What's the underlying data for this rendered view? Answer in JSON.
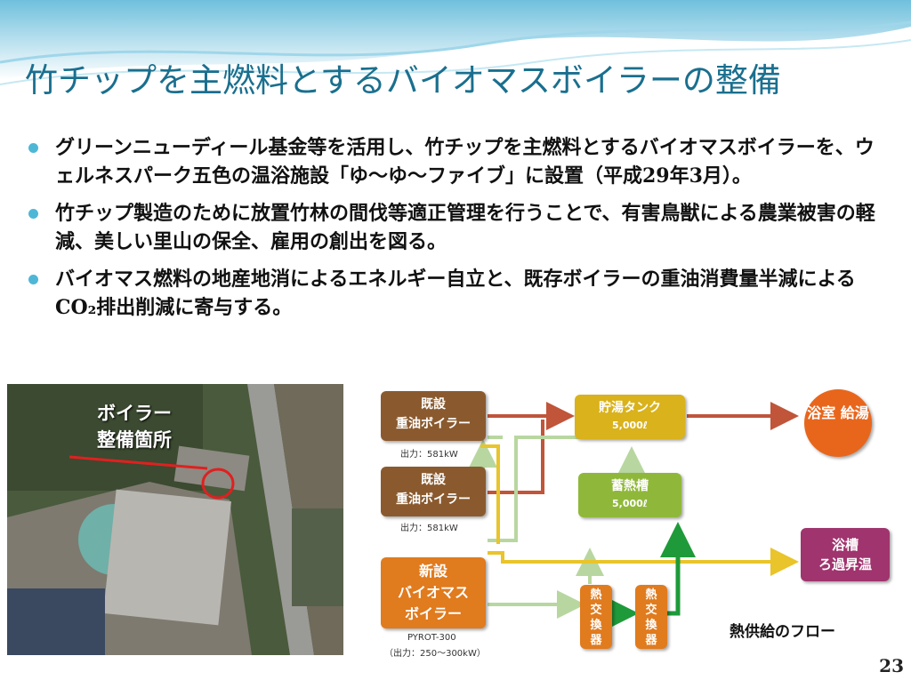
{
  "slide": {
    "title": "竹チップを主燃料とするバイオマスボイラーの整備",
    "page_number": "23"
  },
  "bullets": [
    "グリーンニューディール基金等を活用し、竹チップを主燃料とするバイオマスボイラーを、ウェルネスパーク五色の温浴施設「ゆ～ゆ～ファイブ」に設置（平成29年3月）。",
    "竹チップ製造のために放置竹林の間伐等適正管理を行うことで、有害鳥獣による農業被害の軽減、美しい里山の保全、雇用の創出を図る。",
    "バイオマス燃料の地産地消によるエネルギー自立と、既存ボイラーの重油消費量半減によるCO₂排出削減に寄与する。"
  ],
  "photo": {
    "label_line1": "ボイラー",
    "label_line2": "整備箇所"
  },
  "flow": {
    "title": "熱供給のフロー",
    "boiler1": {
      "line1": "既設",
      "line2": "重油ボイラー",
      "caption": "出力：581kW"
    },
    "boiler2": {
      "line1": "既設",
      "line2": "重油ボイラー",
      "caption": "出力：581kW"
    },
    "biomass": {
      "line1": "新設",
      "line2": "バイオマス",
      "line3": "ボイラー",
      "caption1": "PYROT-300",
      "caption2": "（出力：250～300kW）"
    },
    "tank": {
      "line1": "貯湯タンク",
      "line2": "5,000ℓ"
    },
    "storage": {
      "line1": "蓄熱槽",
      "line2": "5,000ℓ"
    },
    "hx1": "熱交換器",
    "hx2": "熱交換器",
    "bath": {
      "line1": "浴室",
      "line2": "給湯"
    },
    "tub": {
      "line1": "浴槽",
      "line2": "ろ過昇温"
    }
  },
  "colors": {
    "title": "#1a6f8e",
    "bullet_dot": "#4fb7d6",
    "boiler_brown": "#8a5a2e",
    "biomass_orange": "#e07b1e",
    "tank_yellow": "#d9b21c",
    "storage_green": "#8fb83a",
    "bath_orange": "#e8661c",
    "tub_magenta": "#a0346e"
  }
}
